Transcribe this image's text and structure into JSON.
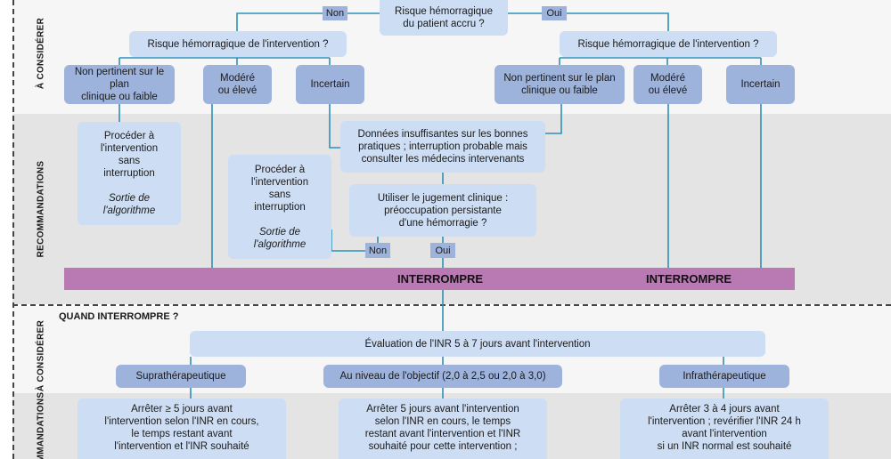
{
  "sections": {
    "consider": "À CONSIDÉRER",
    "recommend": "RECOMMANDATIONS",
    "recommend_cut": "MMANDATIONS"
  },
  "top": {
    "patient_risk": "Risque hémorragique\ndu patient accru ?",
    "no_label": "Non",
    "yes_label": "Oui"
  },
  "left": {
    "risk_question": "Risque hémorragique de l'intervention ?",
    "low": "Non pertinent sur le plan\nclinique ou faible",
    "moderate": "Modéré\nou élevé",
    "uncertain": "Incertain",
    "proceed": "Procéder à\nl'intervention\nsans\ninterruption",
    "exit": "Sortie de\nl'algorithme"
  },
  "middle": {
    "insufficient": "Données insuffisantes sur les bonnes\npratiques ; interruption probable mais\nconsulter les médecins intervenants",
    "proceed": "Procéder à\nl'intervention\nsans\ninterruption",
    "exit": "Sortie de\nl'algorithme",
    "clinical": "Utiliser le jugement clinique :\npréoccupation persistante\nd'une hémorragie ?",
    "no_label": "Non",
    "yes_label": "Oui"
  },
  "right": {
    "risk_question": "Risque hémorragique de l'intervention ?",
    "low": "Non pertinent sur le plan\nclinique ou faible",
    "moderate": "Modéré\nou élevé",
    "uncertain": "Incertain"
  },
  "interrupt": {
    "left": "INTERROMPRE",
    "right": "INTERROMPRE"
  },
  "when": {
    "heading": "QUAND INTERROMPRE ?",
    "inr_eval": "Évaluation de l'INR 5 à 7 jours avant l'intervention",
    "supra": "Suprathérapeutique",
    "target": "Au niveau de l'objectif (2,0 à 2,5 ou 2,0 à 3,0)",
    "infra": "Infrathérapeutique",
    "supra_rec": "Arrêter ≥ 5 jours avant\nl'intervention selon l'INR en cours,\nle temps restant avant\nl'intervention et l'INR souhaité",
    "target_rec": "Arrêter 5 jours avant l'intervention\nselon l'INR en cours, le temps\nrestant avant l'intervention et l'INR\nsouhaité pour cette intervention ;",
    "infra_rec": "Arrêter 3 à 4 jours avant\nl'intervention ; revérifier l'INR 24 h\navant l'intervention\nsi un INR normal est souhaité"
  },
  "colors": {
    "box_light": "#cdddf3",
    "box_mid": "#9eb3dc",
    "connector": "#2f8fb8",
    "interrupt_bar": "#b97ab3"
  }
}
